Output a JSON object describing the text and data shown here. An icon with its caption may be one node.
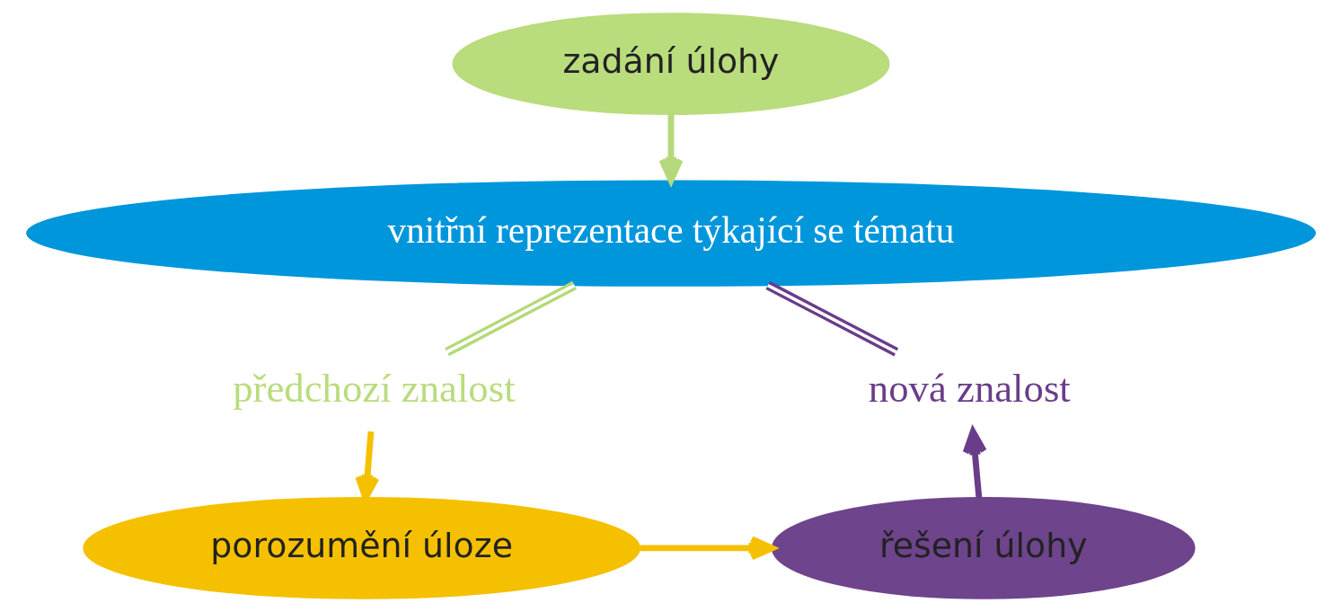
{
  "diagram": {
    "nodes": [
      {
        "text": [
          "zadání úlohy"
        ]
      },
      {
        "text": [
          "vnitřní reprezentace týkající se tématu"
        ]
      },
      {
        "text": [
          "předchozí znalost"
        ]
      },
      {
        "text": [
          "nová znalost"
        ]
      },
      {
        "text": [
          "porozumění úloze"
        ]
      },
      {
        "text": [
          "řešení úlohy"
        ]
      }
    ],
    "edges": [
      {
        "from": 0,
        "to": 1,
        "arrow": "to",
        "color": "#b5d97a"
      },
      {
        "from": 1,
        "to": 2,
        "arrow": "none",
        "color": "#b5d97a"
      },
      {
        "from": 1,
        "to": 3,
        "arrow": "none",
        "color": "#6a3d8a"
      },
      {
        "from": 2,
        "to": 4,
        "arrow": "to",
        "color": "#f5c000"
      },
      {
        "from": 4,
        "to": 5,
        "arrow": "to",
        "color": "#f5c000"
      },
      {
        "from": 5,
        "to": 3,
        "arrow": "to",
        "color": "#6a3d8a"
      }
    ]
  }
}
